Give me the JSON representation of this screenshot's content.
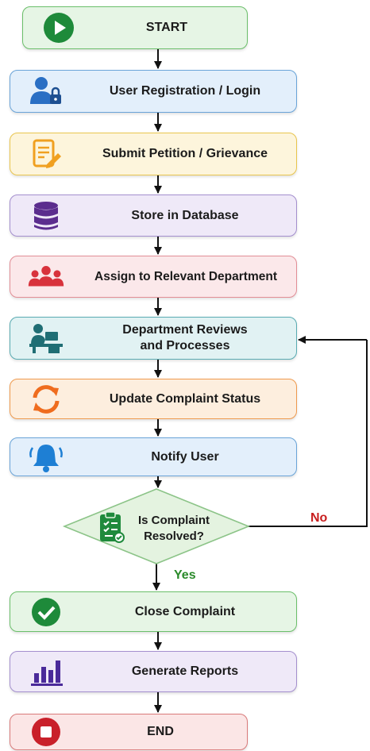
{
  "steps": {
    "start": "START",
    "register": "User Registration / Login",
    "submit": "Submit Petition / Grievance",
    "store": "Store in Database",
    "assign": "Assign to Relevant Department",
    "review_line1": "Department Reviews",
    "review_line2": "and Processes",
    "update": "Update Complaint Status",
    "notify": "Notify User",
    "close": "Close Complaint",
    "reports": "Generate Reports",
    "end": "END"
  },
  "decision": {
    "line1": "Is Complaint",
    "line2": "Resolved?",
    "yes_label": "Yes",
    "no_label": "No"
  },
  "icons": {
    "start": "play-icon",
    "register": "user-lock-icon",
    "submit": "edit-document-icon",
    "store": "database-icon",
    "assign": "team-icon",
    "review": "person-at-desk-icon",
    "update": "refresh-icon",
    "notify": "bell-icon",
    "decision": "clipboard-checklist-icon",
    "close": "check-circle-icon",
    "reports": "bar-chart-icon",
    "end": "stop-icon"
  },
  "colors": {
    "green": "#6bbf6a",
    "blue": "#6aa4d8",
    "yellow": "#e9c54e",
    "purple": "#a48fce",
    "pink": "#e28e96",
    "teal": "#59abb2",
    "orange": "#ef9a4e",
    "red": "#d97a7a",
    "no_text": "#c81e1e",
    "yes_text": "#2a8a2a"
  }
}
